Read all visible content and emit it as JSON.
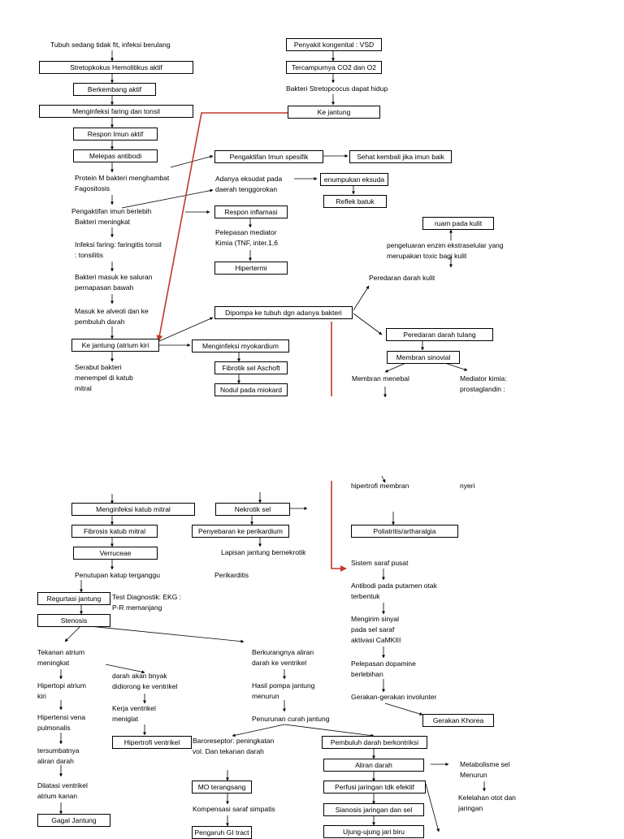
{
  "nodes": {
    "tubuh": "Tubuh sedang tidak fit, infeksi berulang",
    "stretopkokus": "Stretopkokus Hemolitikus aktif",
    "berkembang": "Berkembang aktif",
    "menginfeksi_faring": "Menginfeksi faring dan tonsil",
    "respon_imun": "Respon Imun aktif",
    "melepas_antibodi": "Melepas antibodi",
    "protein_m": "Protein M bakteri menghambat Fagositosis",
    "pengaktifan_imun_berlebih": "Pengaktifan imun berlebih",
    "bakteri_meningkat": "Bakteri meningkat",
    "infeksi_faring": "Infeksi faring: faringitis tonsil : tonsilitis",
    "bakteri_masuk": "Bakteri masuk ke saluran pernapasan bawah",
    "masuk_alveoli": "Masuk ke alveoli dan ke pembuluh darah",
    "ke_jantung_atrium": "Ke jantung (atrium kiri",
    "serabut_bakteri": "Serabut bakteri menempel di katub mitral",
    "penyakit_kongenital": "Penyakit kongenital : VSD",
    "tercampurnya": "Tercampurnya CO2 dan O2",
    "bakteri_streptococus": "Bakteri Stretopcocus dapat hidup",
    "ke_jantung": "Ke jantung",
    "pengaktifan_imun_spesifik": "Pengaktifan Imun spesifik",
    "sehat_kembali": "Sehat kembali jika imun baik",
    "adanya_eksudat": "Adanya eksudat pada daerah tenggorokan",
    "penumpukan_eksudat": "enumpukan eksuda",
    "reflek_batuk": "Reflek batuk",
    "respon_inflamasi": "Respon inflamasi",
    "pelepasan_mediator": "Pelepasan mediator Kimia (TNF, inter.1,6",
    "hipertermi": "Hipertermi",
    "ruam_kulit": "ruam pada kulit",
    "pengeluaran_enzim": "pengeluaran enzim ekstraselular yang merupakan toxic bagi kulit",
    "peredaran_darah_kulit": "Peredaran darah kulit",
    "dipompa": "Dipompa ke tubuh dgn adanya bakteri",
    "peredaran_darah_tulang": "Peredaran darah tulang",
    "membran_sinovial": "Membran sinovial",
    "membran_menebal": "Membran menebal",
    "mediator_kimia": "Mediator kimia: prostaglandin :",
    "menginfeksi_myokardium": "Menginfeksi myokardium",
    "fibrotik_sel_aschoft": "Fibrotik sel Aschoft",
    "nodul_miokard": "Nodul pada miokard",
    "menginfeksi_katub_mitral": "Menginfeksi katub mitral",
    "fibrosis_katub_mitral": "Fibrosis katub mitral",
    "verruceae": "Verruceae",
    "penutupan_katup": "Penutupan katup terganggu",
    "regurtasi_jantung": "Regurtasi jantung",
    "test_diagnostik": "Test Diagnostik: EKG : P-R memanjang",
    "stenosis": "Stenosis",
    "nekrotik_sel": "Nekrotik sel",
    "penyebaran_perikardium": "Penyebaran ke perikardium",
    "lapisan_jantung": "Lapisan jantung bernekrotik",
    "perikarditis": "Perikarditis",
    "hipertrofi_membran": "hipertrofi membran",
    "nyeri": "nyeri",
    "poliatritis": "Poliatritis/artharalgia",
    "sistem_saraf_pusat": "Sistem saraf pusat",
    "antibodi_putamen": "Antibodi pada putamen otak terbentuk",
    "mengirim_sinyal": "Mengirim sinyal pada sel saraf aktivasi CaMKIII",
    "pelepasan_dopamine": "Pelepasan dopamine berlebihan",
    "gerakan_involunter": "Gerakan-gerakan involunter",
    "gerakan_khorea": "Gerakan Khorea",
    "tekanan_atrium": "Tekanan atrium meningkat",
    "hipertropi_atrium": "Hipertopi atrium kiri",
    "hipertensi_vena": "Hipertensi vena pulmonalis",
    "tersumbatnya": "tersumbatnya aliran darah",
    "dilatasi_ventrikel": "Dilatasi ventrikel atrium kanan",
    "gagal_jantung": "Gagal Jantung",
    "darah_banyak": "darah akan bnyak didiorong ke ventrikel",
    "kerja_ventrikel": "Kerja ventrikel meniglat",
    "hipertrofi_ventrikel": "Hipertrofi ventrikel",
    "berkurangnya_aliran": "Berkurangnya aliran darah ke ventrikel",
    "hasil_pompa": "Hasil pompa jantung menurun",
    "penurunan_curah": "Penurunan curah jantung",
    "baroreseptor": "Baroreseptor: peningkatan vol. Dan tekanan darah",
    "mo_terangsang": "MO terangsang",
    "kompensasi_saraf": "Kompensasi saraf simpatis",
    "pengaruh_gi": "Pengaruh GI tract",
    "pembuluh_darah": "Pembuluh darah berkontriksi",
    "aliran_darah": "Aliran darah",
    "perfusi_jaringan": "Perfusi jaringan tdk efektif",
    "sianosis": "Sianosis jaringan dan sel",
    "ujung_jari": "Ujung-ujung jari biru",
    "metabolisme_sel": "Metabolisme sel Menurun",
    "kelelahan_otot": "Kelelahan otot dan jaringan"
  }
}
